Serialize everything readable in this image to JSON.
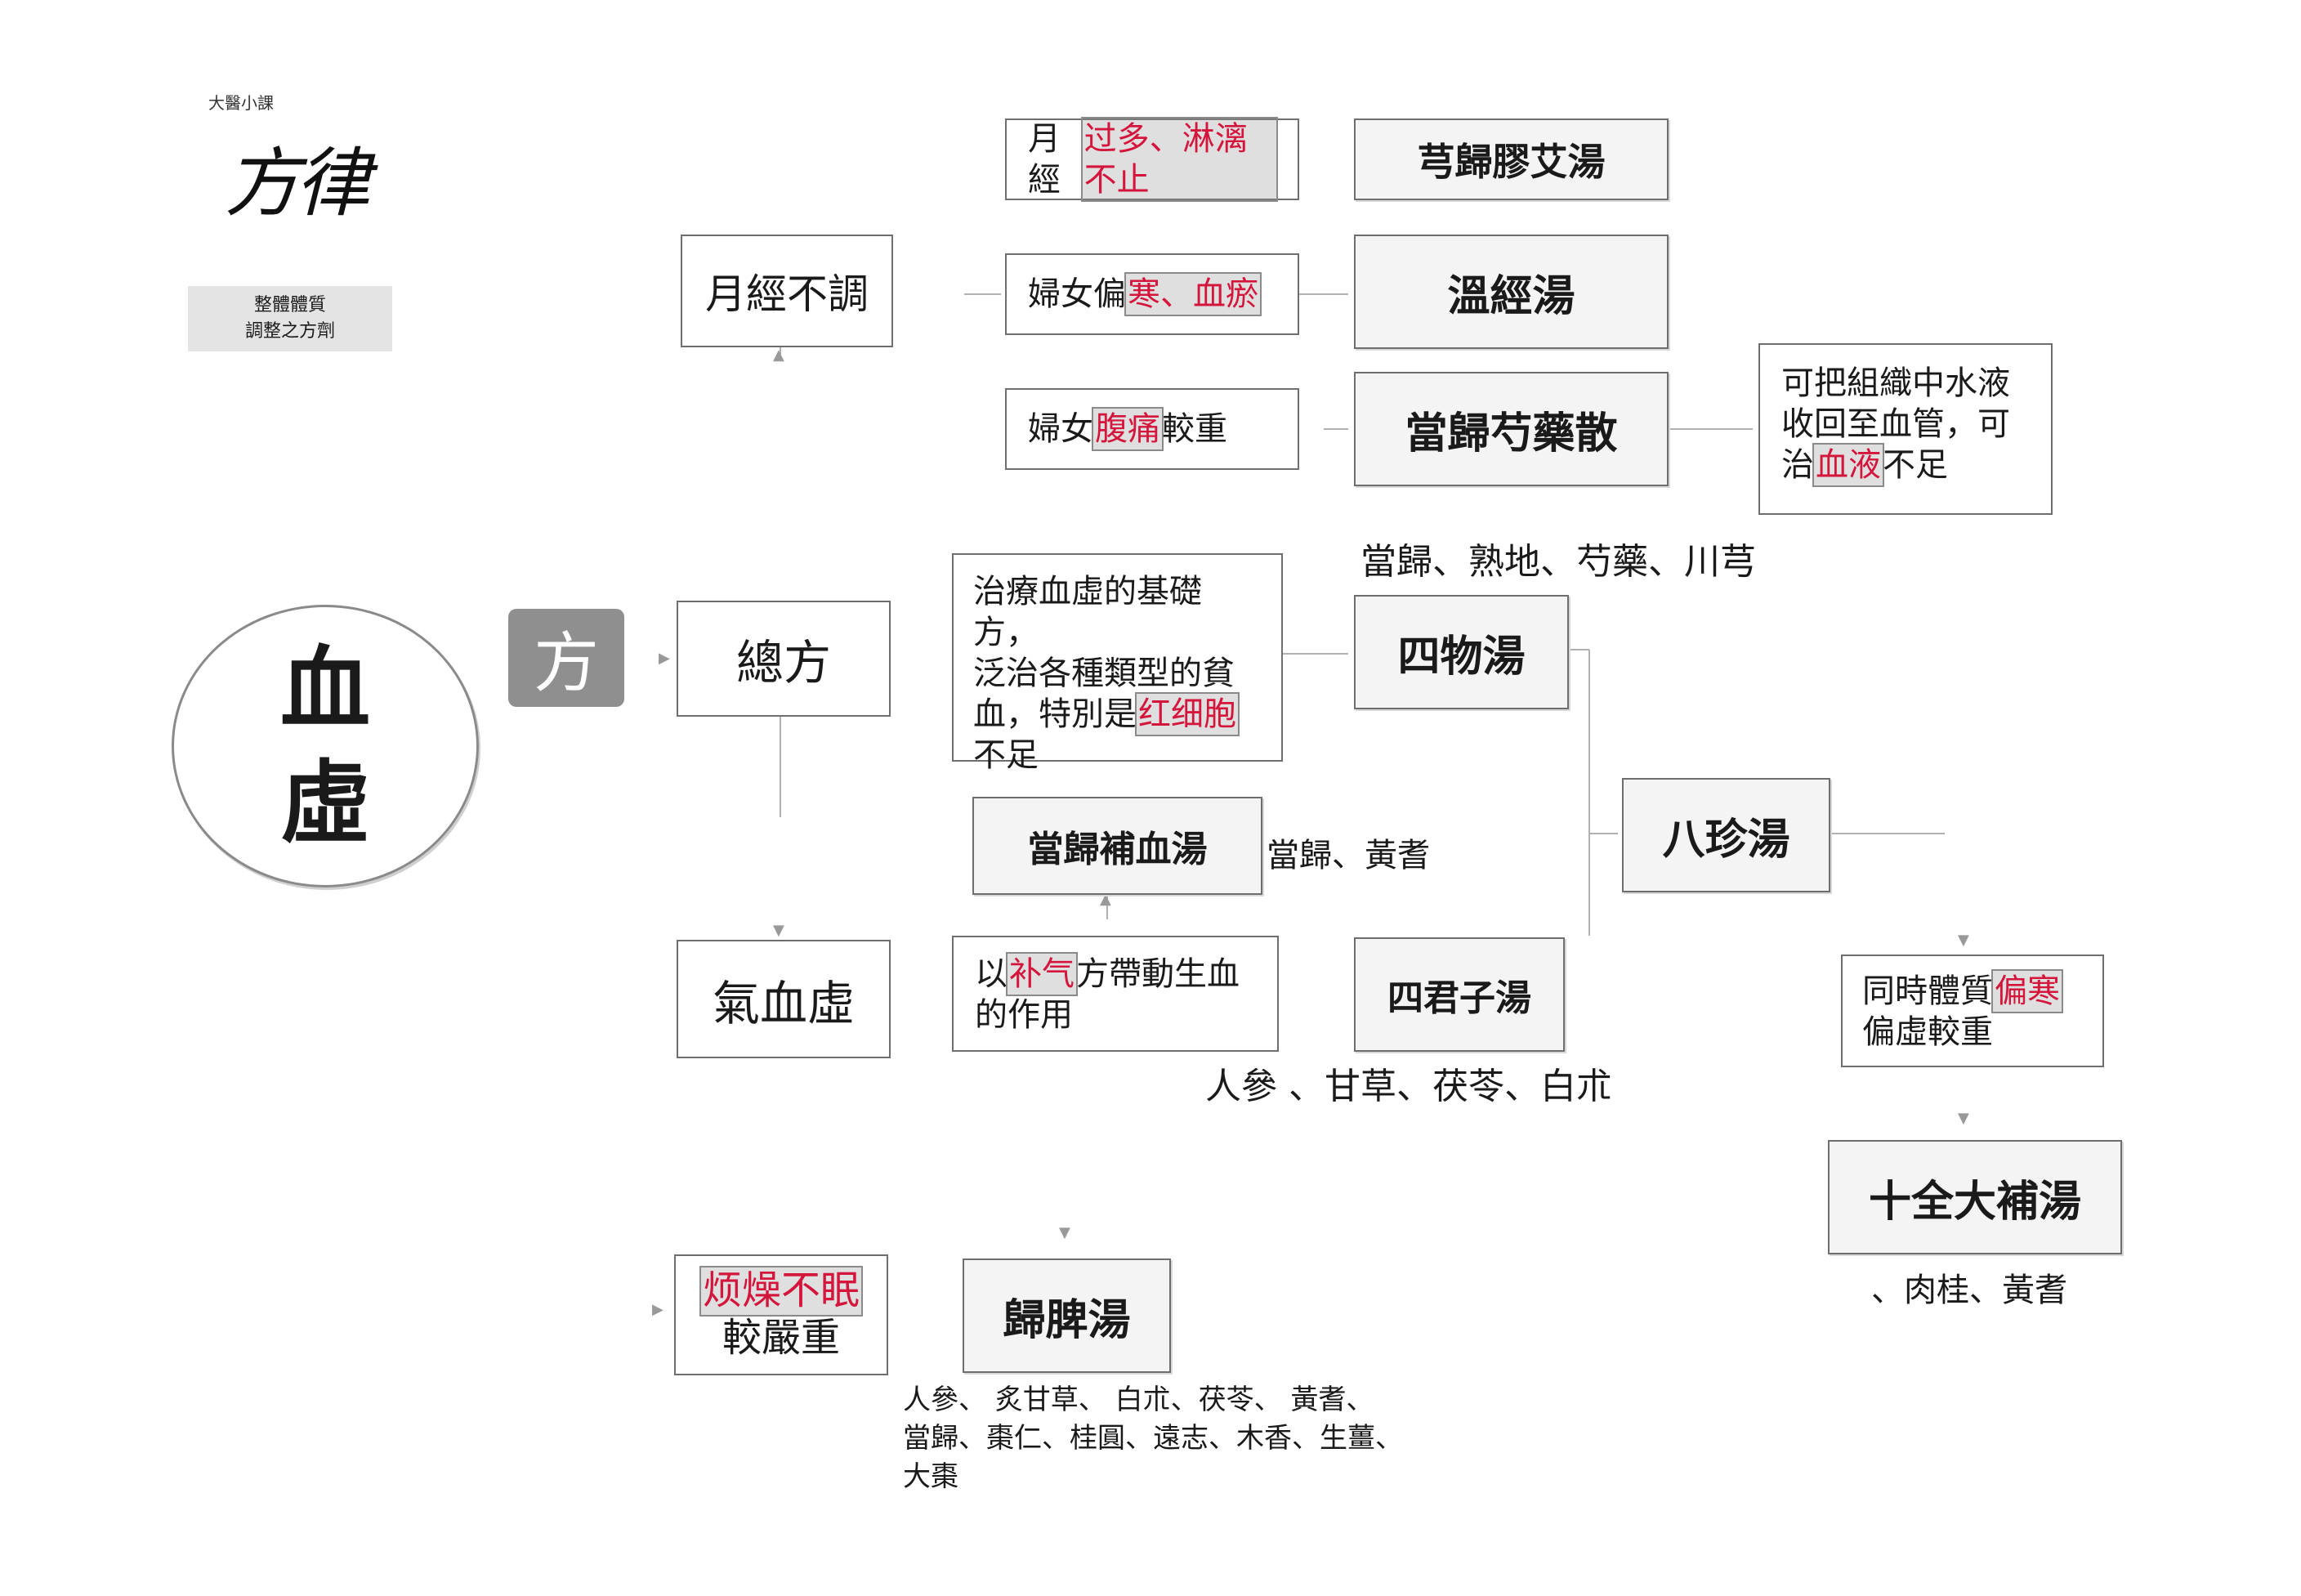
{
  "logo": {
    "small_caption": "大醫小課",
    "script_title": "方律",
    "subtitle_line1": "整體體質",
    "subtitle_line2": "調整之方劑"
  },
  "root": {
    "line1": "血",
    "line2": "虛"
  },
  "tag": "方",
  "branches": {
    "menstrual": "月經不調",
    "general": "總方",
    "qi_blood": "氣血虛",
    "insomnia": {
      "hl": "烦燥不眠",
      "rest": "較嚴重"
    }
  },
  "menstrual_notes": [
    {
      "pre": "月經",
      "hl": "过多、淋漓不止",
      "post": ""
    },
    {
      "pre": "婦女偏",
      "hl": "寒、血瘀",
      "post": ""
    },
    {
      "pre": "婦女",
      "hl": "腹痛",
      "post": "較重"
    }
  ],
  "formulas": {
    "xiong_gui": "芎歸膠艾湯",
    "wen_jing": "溫經湯",
    "dang_gui_shao": "當歸芍藥散",
    "si_wu": "四物湯",
    "dang_gui_bu_xue": "當歸補血湯",
    "si_jun_zi": "四君子湯",
    "ba_zhen": "八珍湯",
    "shi_quan": "十全大補湯",
    "gui_pi": "歸脾湯"
  },
  "dang_gui_shao_note": {
    "line1": "可把組織中水液",
    "line2": "收回至血管，可",
    "line3_pre": "治",
    "line3_hl": "血液",
    "line3_post": "不足"
  },
  "siwu_ingredients": "當歸、熟地、芍藥、川芎",
  "siwu_note": {
    "line1": "治療血虛的基礎方，",
    "line2": "泛治各種類型的貧",
    "line3_pre": "血，特別是",
    "line3_hl": "红细胞",
    "line4": "不足"
  },
  "bu_xue_ingredients": "當歸、黃耆",
  "qi_note": {
    "pre": "以",
    "hl": "补气",
    "post": "方帶動生血",
    "line2": "的作用"
  },
  "sijunzi_ingredients": "人參 、甘草、茯苓、白朮",
  "bazhen_note": {
    "line1_pre": "同時體質",
    "line1_hl": "偏寒",
    "line2": "偏虛較重"
  },
  "shiquan_ingredients": "、肉桂、黃耆",
  "guipi_ingredients": {
    "line1": "人參、 炙甘草、 白朮、茯苓、 黃耆、",
    "line2": "當歸、棗仁、桂圓、遠志、木香、生薑、",
    "line3": "大棗"
  }
}
